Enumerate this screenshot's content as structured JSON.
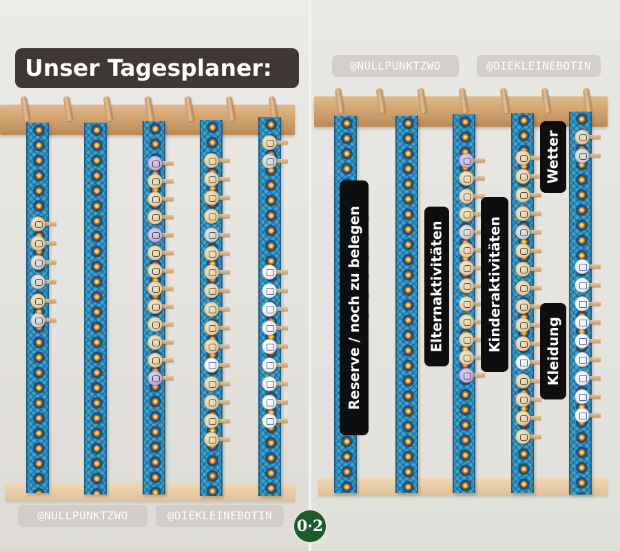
{
  "panels": {
    "left": {
      "title": "Unser Tagesplaner:",
      "watermarks": [
        "@NULLPUNKTZWO",
        "@DIEKLEINEBOTIN"
      ]
    },
    "right": {
      "watermarks": [
        "@NULLPUNKTZWO",
        "@DIEKLEINEBOTIN"
      ],
      "labels": [
        "Reserve / noch zu belegen",
        "Elternaktivitäten",
        "Kinderaktivitäten",
        "Wetter",
        "Kleidung"
      ]
    }
  },
  "badge": "0·2",
  "colors": {
    "ribbon": "#3ba3cf",
    "wood": "#d3a571",
    "title_box": "#3f3733",
    "label_box": "#0e0e0e",
    "badge": "#1d5a2e"
  }
}
